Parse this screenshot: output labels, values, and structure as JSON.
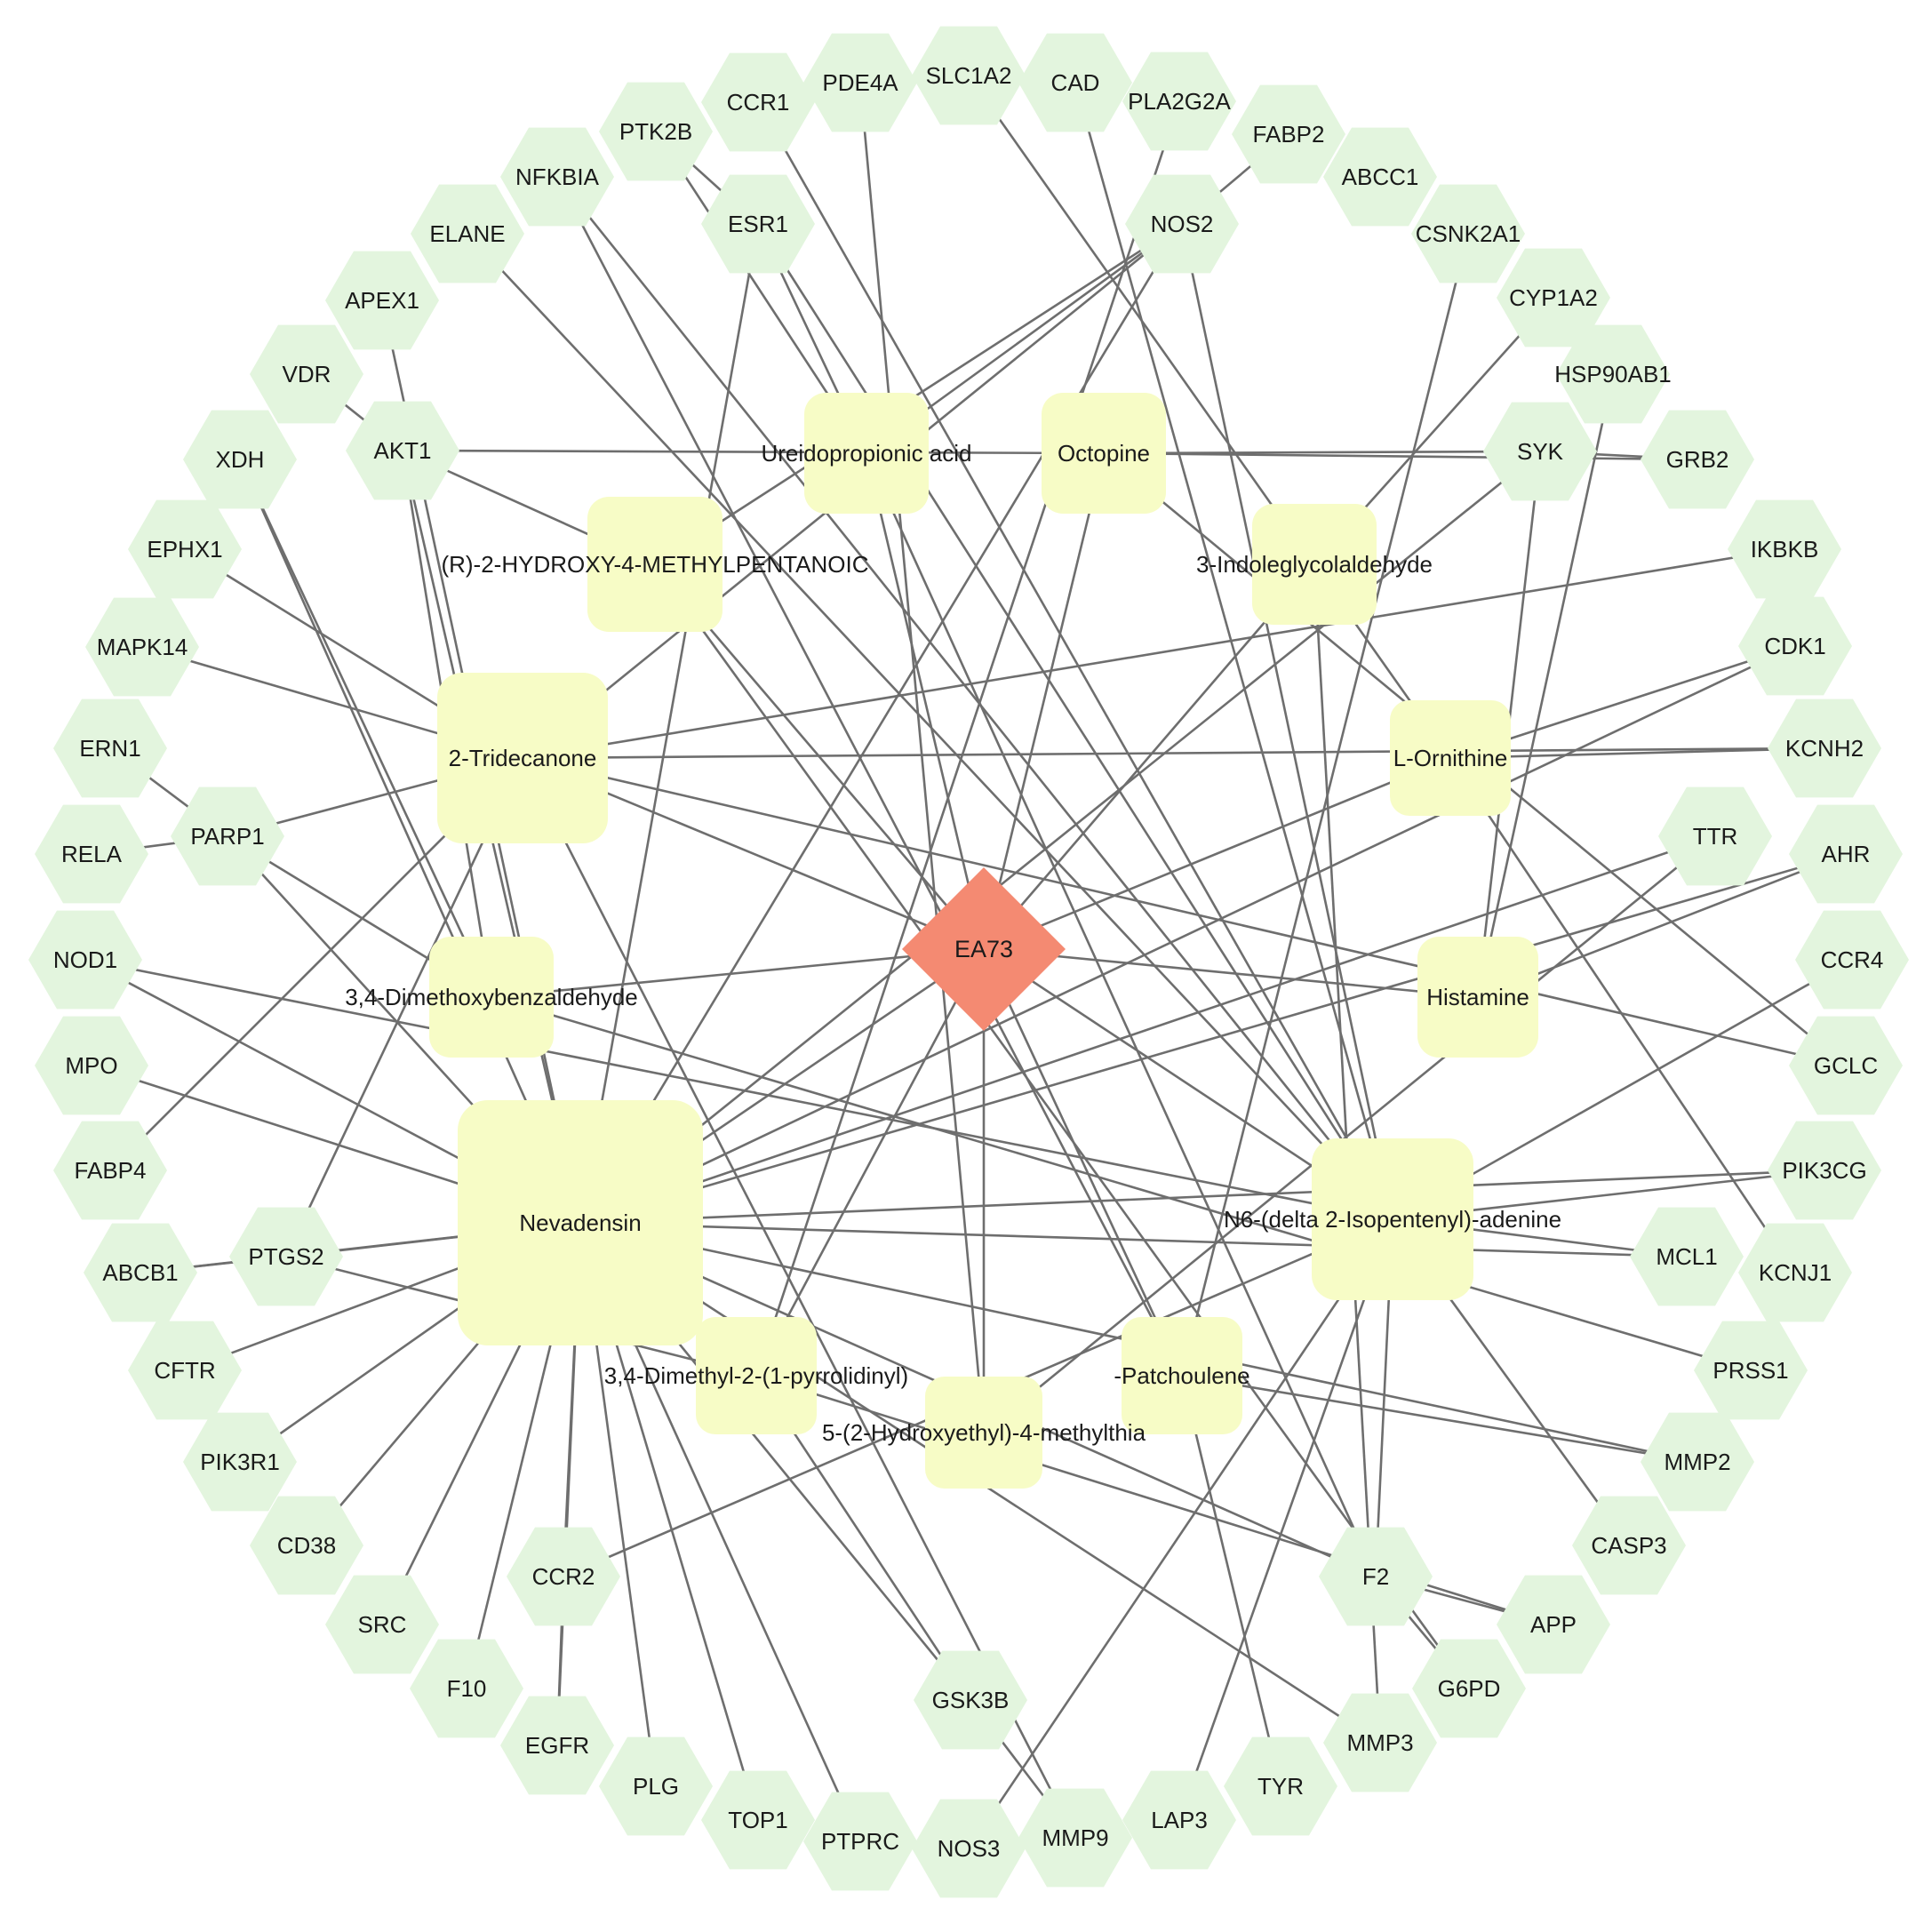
{
  "colors": {
    "background": "#ffffff",
    "edge": "#6e6e6e",
    "target_fill": "#e3f5de",
    "compound_fill": "#f7fcc6",
    "hub_fill": "#f48a72",
    "label": "#1a1a1a"
  },
  "hub": {
    "id": "EA73",
    "label": "EA73"
  },
  "compounds": [
    {
      "id": "Ureidopropionic acid",
      "label": "Ureidopropionic acid"
    },
    {
      "id": "Octopine",
      "label": "Octopine"
    },
    {
      "id": "(R)-2-HYDROXY-4-METHYLPENTANOIC",
      "label": "(R)-2-HYDROXY-4-METHYLPENTANOIC"
    },
    {
      "id": "3-Indoleglycolaldehyde",
      "label": "3-Indoleglycolaldehyde"
    },
    {
      "id": "2-Tridecanone",
      "label": "2-Tridecanone"
    },
    {
      "id": "L-Ornithine",
      "label": "L-Ornithine"
    },
    {
      "id": "3,4-Dimethoxybenzaldehyde",
      "label": "3,4-Dimethoxybenzaldehyde"
    },
    {
      "id": "Histamine",
      "label": "Histamine"
    },
    {
      "id": "Nevadensin",
      "label": "Nevadensin"
    },
    {
      "id": "N6-(delta 2-Isopentenyl)-adenine",
      "label": "N6-(delta 2-Isopentenyl)-adenine"
    },
    {
      "id": "3,4-Dimethyl-2-(1-pyrrolidinyl)",
      "label": "3,4-Dimethyl-2-(1-pyrrolidinyl)"
    },
    {
      "id": "-Patchoulene",
      "label": "-Patchoulene"
    },
    {
      "id": "5-(2-Hydroxyethyl)-4-methylthia",
      "label": "5-(2-Hydroxyethyl)-4-methylthia"
    }
  ],
  "targets": [
    "PDE4A",
    "SLC1A2",
    "CAD",
    "CCR1",
    "PLA2G2A",
    "PTK2B",
    "FABP2",
    "NFKBIA",
    "ABCC1",
    "ESR1",
    "NOS2",
    "ELANE",
    "CSNK2A1",
    "APEX1",
    "CYP1A2",
    "VDR",
    "HSP90AB1",
    "AKT1",
    "SYK",
    "XDH",
    "GRB2",
    "EPHX1",
    "IKBKB",
    "MAPK14",
    "CDK1",
    "ERN1",
    "KCNH2",
    "PARP1",
    "TTR",
    "RELA",
    "AHR",
    "NOD1",
    "CCR4",
    "MPO",
    "GCLC",
    "FABP4",
    "PIK3CG",
    "ABCB1",
    "PTGS2",
    "MCL1",
    "KCNJ1",
    "CFTR",
    "PRSS1",
    "PIK3R1",
    "MMP2",
    "CD38",
    "CASP3",
    "SRC",
    "CCR2",
    "F2",
    "APP",
    "F10",
    "G6PD",
    "GSK3B",
    "EGFR",
    "MMP3",
    "PLG",
    "TYR",
    "TOP1",
    "LAP3",
    "PTPRC",
    "NOS3",
    "MMP9"
  ],
  "edges": [
    [
      "EA73",
      "Ureidopropionic acid"
    ],
    [
      "EA73",
      "Octopine"
    ],
    [
      "EA73",
      "(R)-2-HYDROXY-4-METHYLPENTANOIC"
    ],
    [
      "EA73",
      "3-Indoleglycolaldehyde"
    ],
    [
      "EA73",
      "2-Tridecanone"
    ],
    [
      "EA73",
      "L-Ornithine"
    ],
    [
      "EA73",
      "3,4-Dimethoxybenzaldehyde"
    ],
    [
      "EA73",
      "Histamine"
    ],
    [
      "EA73",
      "Nevadensin"
    ],
    [
      "EA73",
      "N6-(delta 2-Isopentenyl)-adenine"
    ],
    [
      "EA73",
      "3,4-Dimethyl-2-(1-pyrrolidinyl)"
    ],
    [
      "EA73",
      "-Patchoulene"
    ],
    [
      "EA73",
      "5-(2-Hydroxyethyl)-4-methylthia"
    ],
    [
      "Nevadensin",
      "MPO"
    ],
    [
      "Nevadensin",
      "ABCB1"
    ],
    [
      "Nevadensin",
      "PTGS2"
    ],
    [
      "Nevadensin",
      "CFTR"
    ],
    [
      "Nevadensin",
      "PIK3R1"
    ],
    [
      "Nevadensin",
      "CD38"
    ],
    [
      "Nevadensin",
      "SRC"
    ],
    [
      "Nevadensin",
      "F10"
    ],
    [
      "Nevadensin",
      "EGFR"
    ],
    [
      "Nevadensin",
      "CCR2"
    ],
    [
      "Nevadensin",
      "PLG"
    ],
    [
      "Nevadensin",
      "TOP1"
    ],
    [
      "Nevadensin",
      "PTPRC"
    ],
    [
      "Nevadensin",
      "GSK3B"
    ],
    [
      "Nevadensin",
      "MMP3"
    ],
    [
      "Nevadensin",
      "F2"
    ],
    [
      "Nevadensin",
      "MMP2"
    ],
    [
      "Nevadensin",
      "MCL1"
    ],
    [
      "Nevadensin",
      "PIK3CG"
    ],
    [
      "Nevadensin",
      "NOD1"
    ],
    [
      "Nevadensin",
      "PARP1"
    ],
    [
      "Nevadensin",
      "AKT1"
    ],
    [
      "Nevadensin",
      "XDH"
    ],
    [
      "Nevadensin",
      "APEX1"
    ],
    [
      "Nevadensin",
      "ESR1"
    ],
    [
      "Nevadensin",
      "NOS2"
    ],
    [
      "Nevadensin",
      "SYK"
    ],
    [
      "Nevadensin",
      "TTR"
    ],
    [
      "Nevadensin",
      "AHR"
    ],
    [
      "Nevadensin",
      "CDK1"
    ],
    [
      "2-Tridecanone",
      "MAPK14"
    ],
    [
      "2-Tridecanone",
      "EPHX1"
    ],
    [
      "2-Tridecanone",
      "KCNH2"
    ],
    [
      "2-Tridecanone",
      "PARP1"
    ],
    [
      "2-Tridecanone",
      "FABP4"
    ],
    [
      "2-Tridecanone",
      "PTGS2"
    ],
    [
      "2-Tridecanone",
      "NOS2"
    ],
    [
      "2-Tridecanone",
      "GCLC"
    ],
    [
      "2-Tridecanone",
      "MMP9"
    ],
    [
      "2-Tridecanone",
      "IKBKB"
    ],
    [
      "N6-(delta 2-Isopentenyl)-adenine",
      "NFKBIA"
    ],
    [
      "N6-(delta 2-Isopentenyl)-adenine",
      "ESR1"
    ],
    [
      "N6-(delta 2-Isopentenyl)-adenine",
      "ELANE"
    ],
    [
      "N6-(delta 2-Isopentenyl)-adenine",
      "CCR1"
    ],
    [
      "N6-(delta 2-Isopentenyl)-adenine",
      "CAD"
    ],
    [
      "N6-(delta 2-Isopentenyl)-adenine",
      "NOS2"
    ],
    [
      "N6-(delta 2-Isopentenyl)-adenine",
      "PIK3CG"
    ],
    [
      "N6-(delta 2-Isopentenyl)-adenine",
      "MCL1"
    ],
    [
      "N6-(delta 2-Isopentenyl)-adenine",
      "CCR4"
    ],
    [
      "N6-(delta 2-Isopentenyl)-adenine",
      "CASP3"
    ],
    [
      "N6-(delta 2-Isopentenyl)-adenine",
      "F2"
    ],
    [
      "N6-(delta 2-Isopentenyl)-adenine",
      "LAP3"
    ],
    [
      "N6-(delta 2-Isopentenyl)-adenine",
      "NOS3"
    ],
    [
      "N6-(delta 2-Isopentenyl)-adenine",
      "CCR2"
    ],
    [
      "N6-(delta 2-Isopentenyl)-adenine",
      "NOD1"
    ],
    [
      "3,4-Dimethyl-2-(1-pyrrolidinyl)",
      "GSK3B"
    ],
    [
      "3,4-Dimethyl-2-(1-pyrrolidinyl)",
      "APP"
    ],
    [
      "3,4-Dimethyl-2-(1-pyrrolidinyl)",
      "PLA2G2A"
    ],
    [
      "3,4-Dimethyl-2-(1-pyrrolidinyl)",
      "PTGS2"
    ],
    [
      "-Patchoulene",
      "TYR"
    ],
    [
      "-Patchoulene",
      "MMP2"
    ],
    [
      "-Patchoulene",
      "CSNK2A1"
    ],
    [
      "-Patchoulene",
      "NFKBIA"
    ],
    [
      "5-(2-Hydroxyethyl)-4-methylthia",
      "PDE4A"
    ],
    [
      "5-(2-Hydroxyethyl)-4-methylthia",
      "TTR"
    ],
    [
      "Ureidopropionic acid",
      "NOS2"
    ],
    [
      "Ureidopropionic acid",
      "ESR1"
    ],
    [
      "Ureidopropionic acid",
      "PTK2B"
    ],
    [
      "Ureidopropionic acid",
      "F2"
    ],
    [
      "Octopine",
      "SYK"
    ],
    [
      "Octopine",
      "GRB2"
    ],
    [
      "Octopine",
      "AKT1"
    ],
    [
      "Octopine",
      "GCLC"
    ],
    [
      "(R)-2-HYDROXY-4-METHYLPENTANOIC",
      "AKT1"
    ],
    [
      "(R)-2-HYDROXY-4-METHYLPENTANOIC",
      "NOS2"
    ],
    [
      "(R)-2-HYDROXY-4-METHYLPENTANOIC",
      "G6PD"
    ],
    [
      "3-Indoleglycolaldehyde",
      "CYP1A2"
    ],
    [
      "3-Indoleglycolaldehyde",
      "MMP3"
    ],
    [
      "L-Ornithine",
      "SLC1A2"
    ],
    [
      "L-Ornithine",
      "KCNJ1"
    ],
    [
      "L-Ornithine",
      "KCNH2"
    ],
    [
      "L-Ornithine",
      "CDK1"
    ],
    [
      "3,4-Dimethoxybenzaldehyde",
      "PRSS1"
    ],
    [
      "3,4-Dimethoxybenzaldehyde",
      "PARP1"
    ],
    [
      "3,4-Dimethoxybenzaldehyde",
      "XDH"
    ],
    [
      "3,4-Dimethoxybenzaldehyde",
      "AKT1"
    ],
    [
      "Histamine",
      "HSP90AB1"
    ],
    [
      "Histamine",
      "AHR"
    ],
    [
      "Histamine",
      "SYK"
    ],
    [
      "PARP1",
      "ERN1"
    ],
    [
      "PARP1",
      "RELA"
    ],
    [
      "AKT1",
      "VDR"
    ],
    [
      "PTGS2",
      "ABCB1"
    ],
    [
      "ESR1",
      "PTK2B"
    ],
    [
      "NOS2",
      "FABP2"
    ],
    [
      "SYK",
      "GRB2"
    ],
    [
      "F2",
      "APP"
    ],
    [
      "F2",
      "G6PD"
    ],
    [
      "CCR2",
      "EGFR"
    ],
    [
      "GSK3B",
      "MMP9"
    ]
  ]
}
